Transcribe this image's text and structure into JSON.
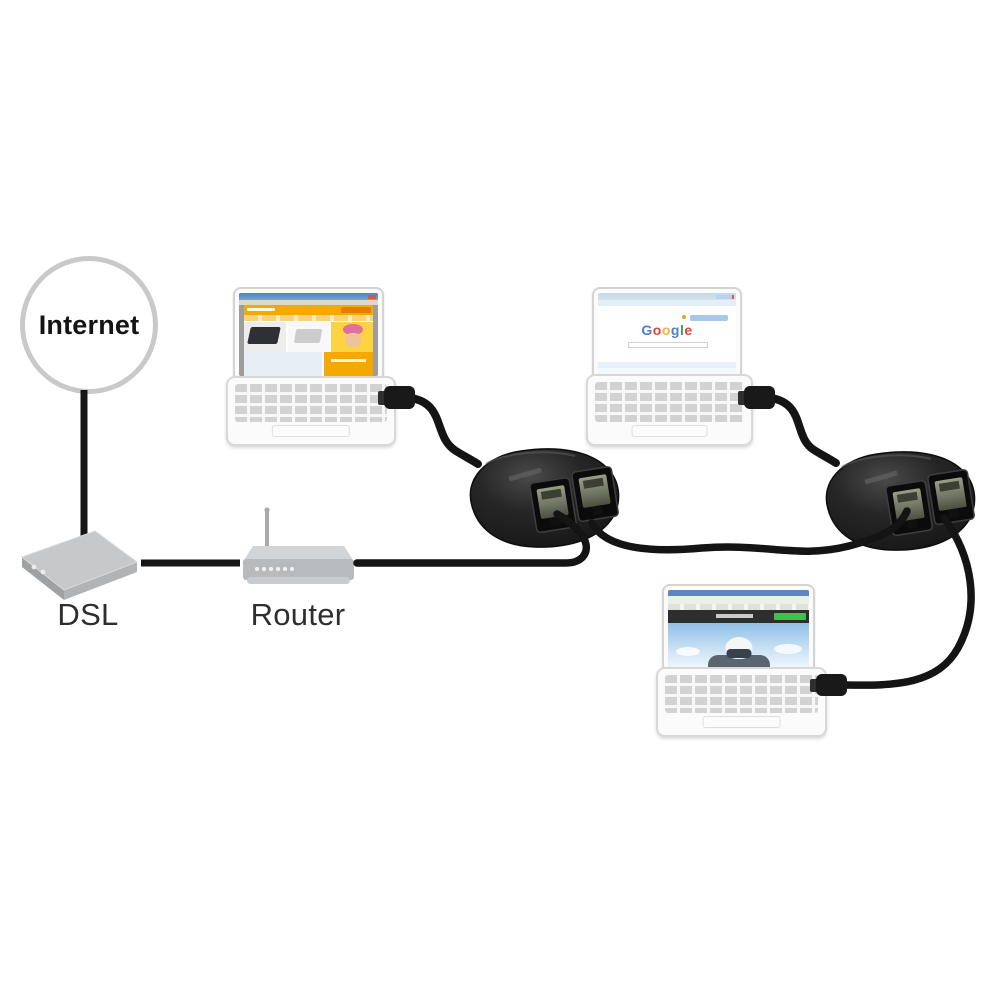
{
  "labels": {
    "internet": "Internet",
    "dsl": "DSL",
    "router": "Router"
  },
  "screens": {
    "shop_page": {
      "accent_orange": "#f5a800",
      "button_orange": "#e07f00"
    },
    "google_page": {
      "logo": "Google",
      "letter_colors": [
        "#4f7dd0",
        "#d8453a",
        "#f2b53d",
        "#4f7dd0",
        "#3f9e4d",
        "#d8453a"
      ],
      "signin_pill_blue": "#a9c7ec"
    },
    "ski_page": {
      "go_button_green": "#3fc14f",
      "banner_dark": "#2e2e2e"
    }
  },
  "colors": {
    "cable_black": "#141414",
    "adapter_body": "#1f1f1f",
    "device_gray": "#c6c8ca",
    "circle_ring_gray": "#c9c9c9",
    "rj45_inner": "#767a66"
  },
  "icons": {
    "internet": "internet-cloud-circle",
    "dsl": "dsl-modem-box",
    "router": "wireless-router-box",
    "adapter": "usb-ethernet-extender",
    "laptop": "netbook-laptop"
  }
}
